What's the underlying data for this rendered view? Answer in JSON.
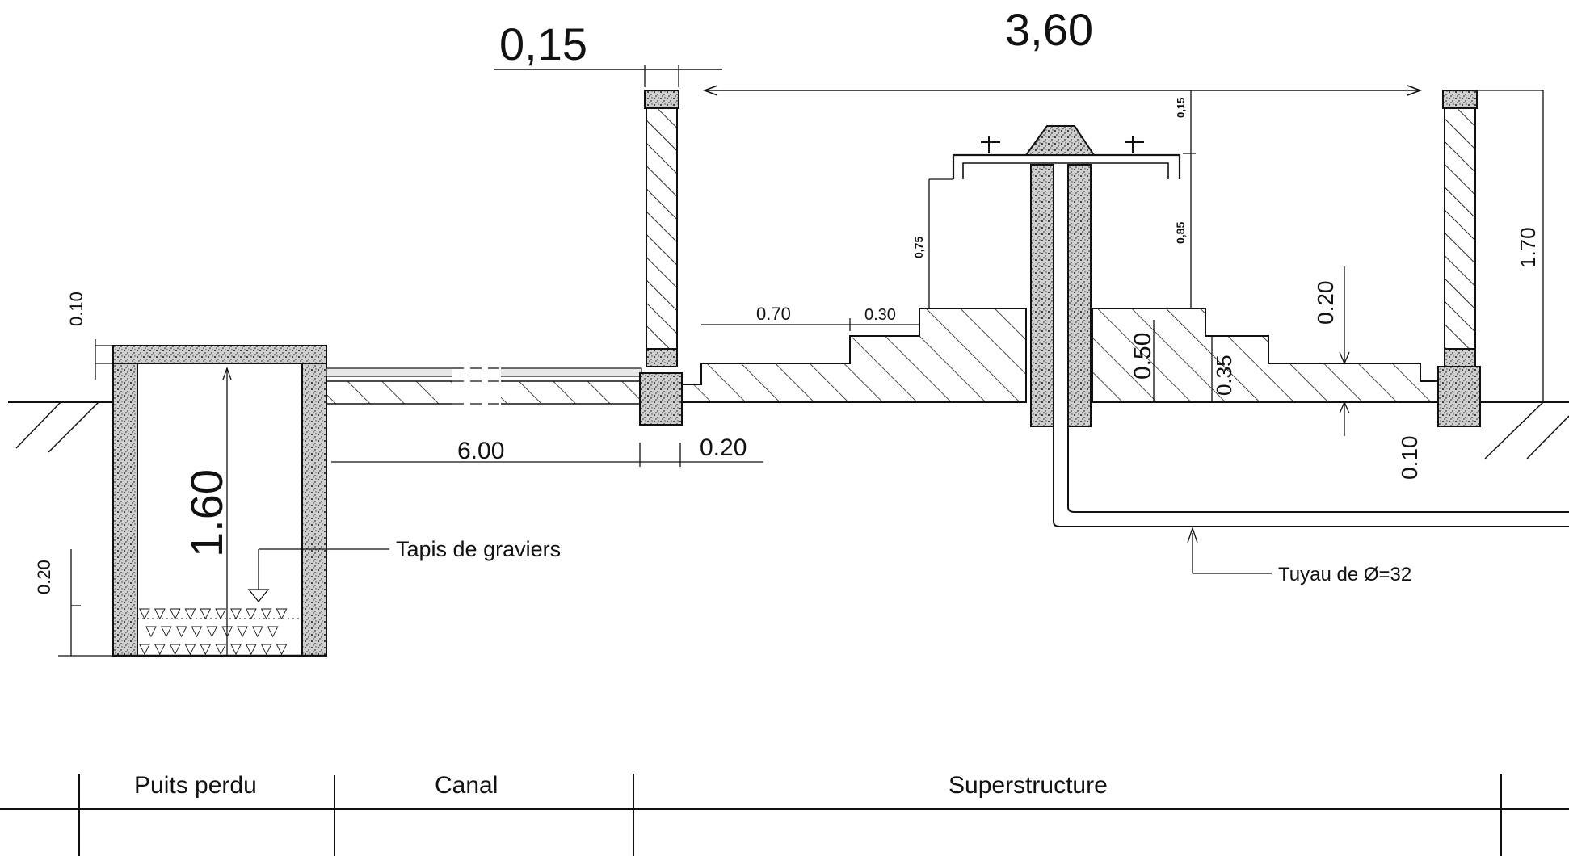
{
  "dimensions": {
    "top_wall_thickness": "0,15",
    "top_span": "3,60",
    "cover_left": "0.10",
    "gravel_depth": "0.20",
    "well_depth": "1.60",
    "canal_length": "6.00",
    "wall_base": "0.20",
    "step_070": "0.70",
    "step_030": "0.30",
    "riser_075": "0,75",
    "top_015": "0,15",
    "riser_085": "0,85",
    "slope_050": "0.50",
    "slope_035": "0.35",
    "right_020": "0.20",
    "right_010": "0.10",
    "total_height": "1.70"
  },
  "annotations": {
    "gravel_bed": "Tapis de graviers",
    "pipe": "Tuyau de Ø=32"
  },
  "table": {
    "headers": [
      "Puits perdu",
      "Canal",
      "Superstructure"
    ]
  }
}
